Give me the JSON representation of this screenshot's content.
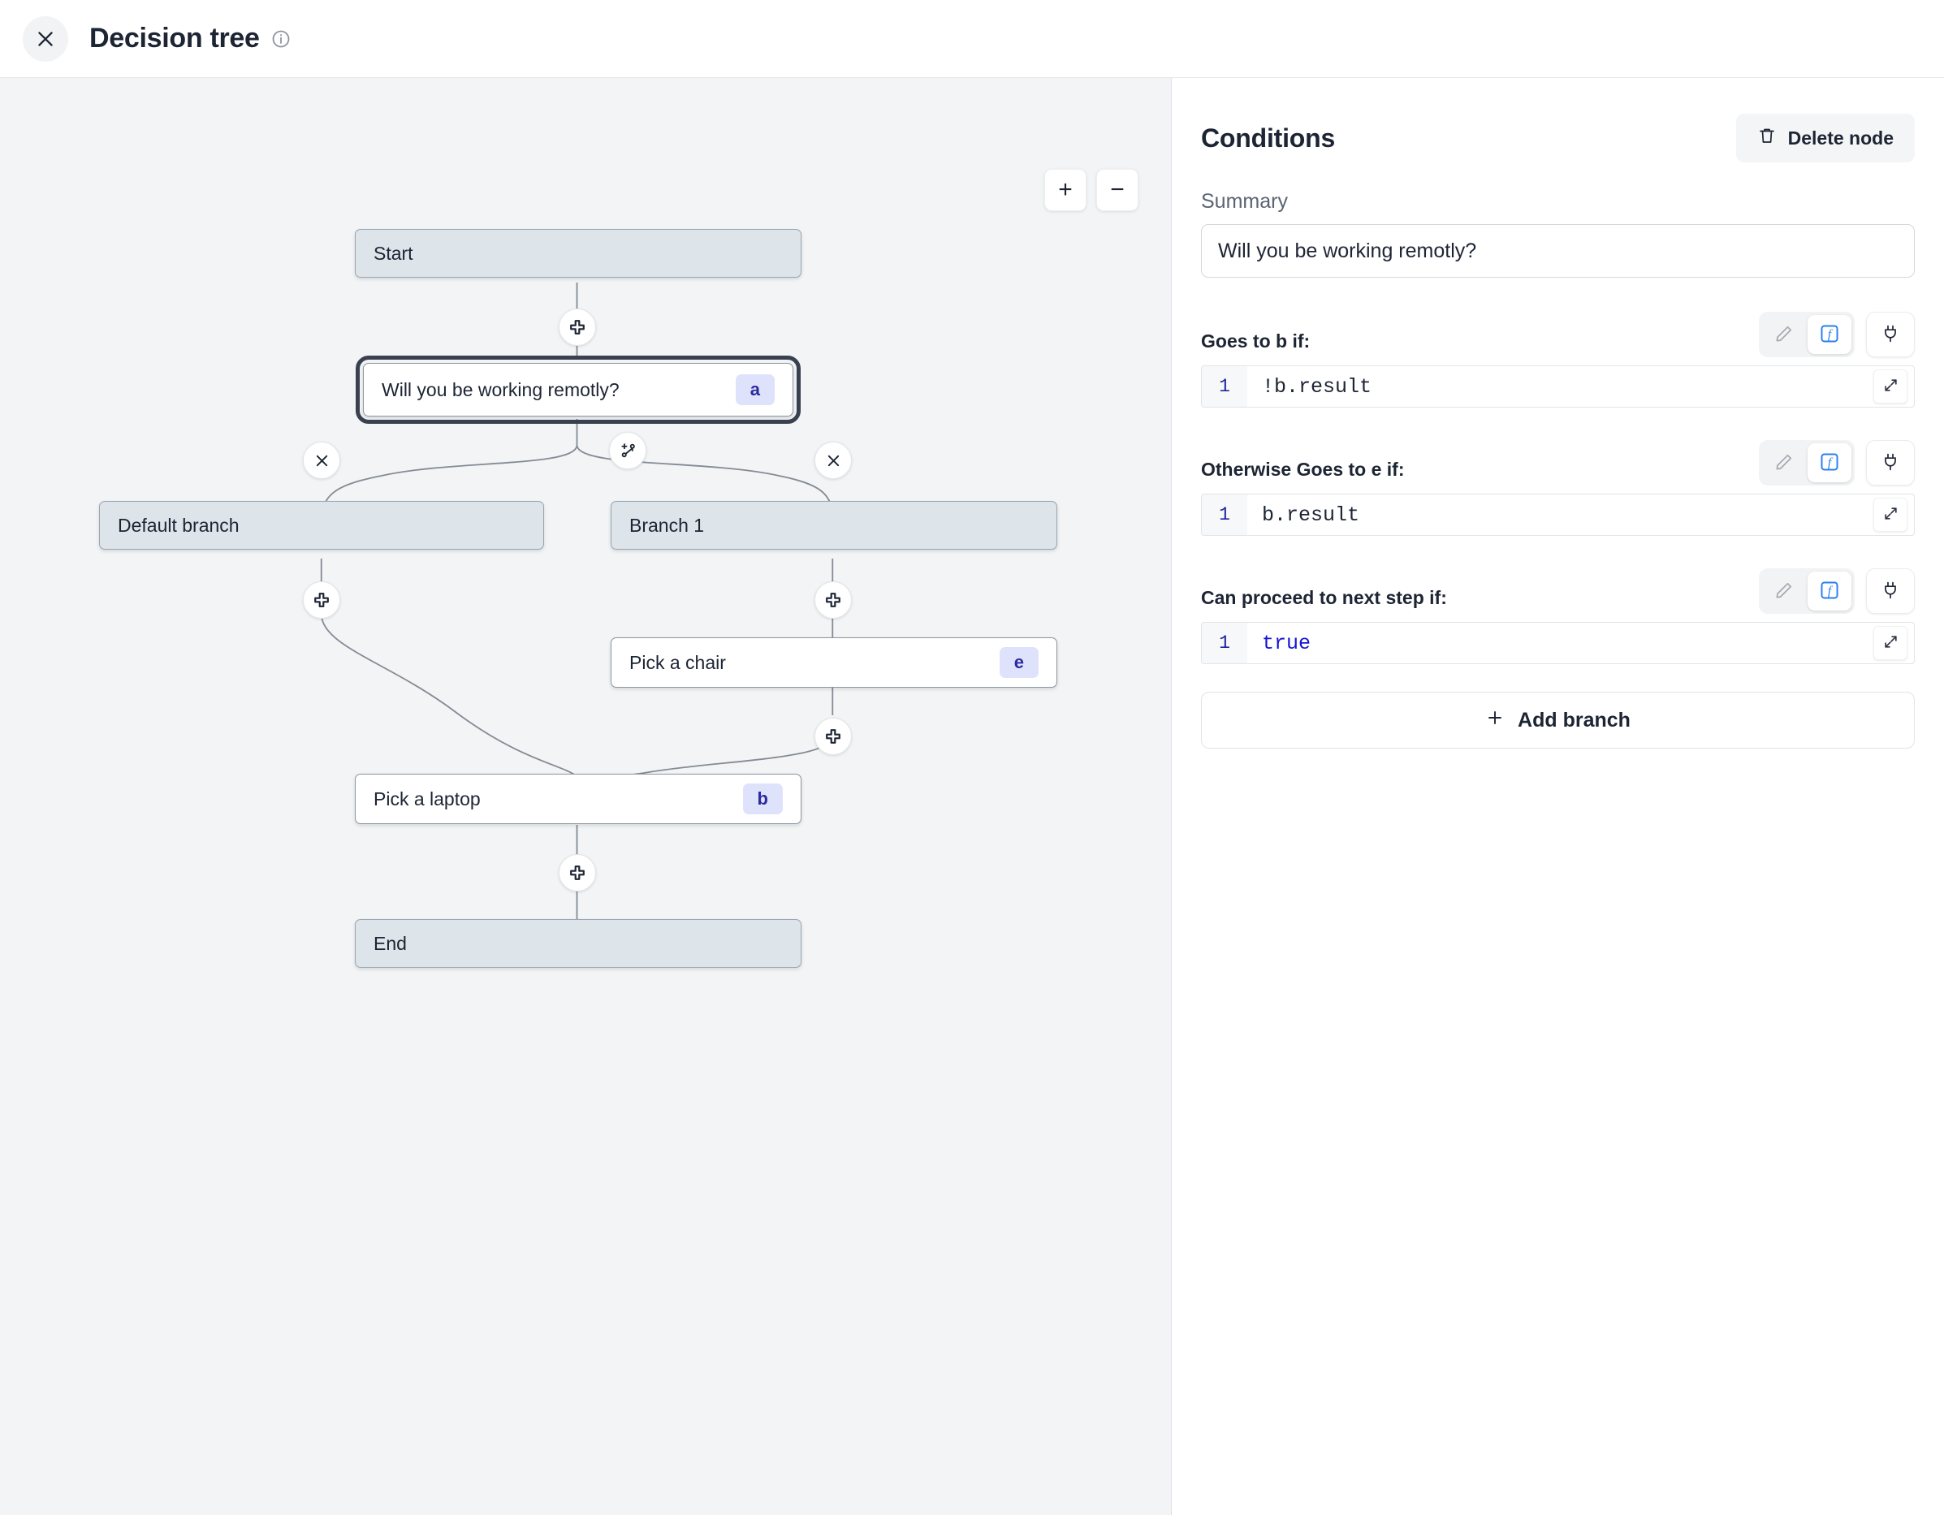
{
  "header": {
    "close_icon": "close-icon",
    "title": "Decision tree",
    "info_icon": "info-circle-icon"
  },
  "canvas": {
    "zoom_in_label": "+",
    "zoom_out_label": "−",
    "nodes": [
      {
        "id": "start",
        "label": "Start",
        "badge": "",
        "type": "system",
        "selected": false
      },
      {
        "id": "a",
        "label": "Will you be working remotly?",
        "badge": "a",
        "type": "step",
        "selected": true
      },
      {
        "id": "defbr",
        "label": "Default branch",
        "badge": "",
        "type": "system",
        "selected": false
      },
      {
        "id": "br1",
        "label": "Branch 1",
        "badge": "",
        "type": "system",
        "selected": false
      },
      {
        "id": "e",
        "label": "Pick a chair",
        "badge": "e",
        "type": "step",
        "selected": false
      },
      {
        "id": "b",
        "label": "Pick a laptop",
        "badge": "b",
        "type": "step",
        "selected": false
      },
      {
        "id": "end",
        "label": "End",
        "badge": "",
        "type": "system",
        "selected": false
      }
    ],
    "edge_buttons": [
      {
        "name": "add-step-button",
        "icon": "plus-thick-icon"
      },
      {
        "name": "add-branch-button",
        "icon": "git-branch-plus-icon"
      },
      {
        "name": "delete-branch-button",
        "icon": "close-icon"
      },
      {
        "name": "delete-branch-button",
        "icon": "close-icon"
      },
      {
        "name": "add-step-button",
        "icon": "plus-thick-icon"
      },
      {
        "name": "add-step-button",
        "icon": "plus-thick-icon"
      },
      {
        "name": "add-step-button",
        "icon": "plus-thick-icon"
      },
      {
        "name": "add-step-button",
        "icon": "plus-thick-icon"
      }
    ]
  },
  "panel": {
    "title": "Conditions",
    "delete_node_label": "Delete node",
    "delete_node_icon": "trash-icon",
    "summary_label": "Summary",
    "summary_value": "Will you be working remotly?",
    "summary_placeholder": "Summary",
    "conditions": [
      {
        "label": "Goes to b if:",
        "line_number": "1",
        "code": "!b.result",
        "code_is_keyword": false,
        "pencil_icon": "pencil-icon",
        "function_icon": "function-fx-icon",
        "plug_icon": "plug-icon",
        "expand_icon": "expand-diagonal-icon",
        "active_mode": "function"
      },
      {
        "label": "Otherwise Goes to e if:",
        "line_number": "1",
        "code": "b.result",
        "code_is_keyword": false,
        "pencil_icon": "pencil-icon",
        "function_icon": "function-fx-icon",
        "plug_icon": "plug-icon",
        "expand_icon": "expand-diagonal-icon",
        "active_mode": "function"
      },
      {
        "label": "Can proceed to next step if:",
        "line_number": "1",
        "code": "true",
        "code_is_keyword": true,
        "pencil_icon": "pencil-icon",
        "function_icon": "function-fx-icon",
        "plug_icon": "plug-icon",
        "expand_icon": "expand-diagonal-icon",
        "active_mode": "function"
      }
    ],
    "add_branch_label": "Add branch",
    "add_branch_icon": "plus-icon"
  },
  "colors": {
    "canvas_bg": "#f2f4f5",
    "system_node_bg": "#dde4ea",
    "badge_bg": "#dfe2fb",
    "badge_text": "#2b2b9e",
    "accent_blue": "#2a7ef0",
    "keyword_blue": "#1515d6",
    "text_dark": "#1d2433"
  }
}
